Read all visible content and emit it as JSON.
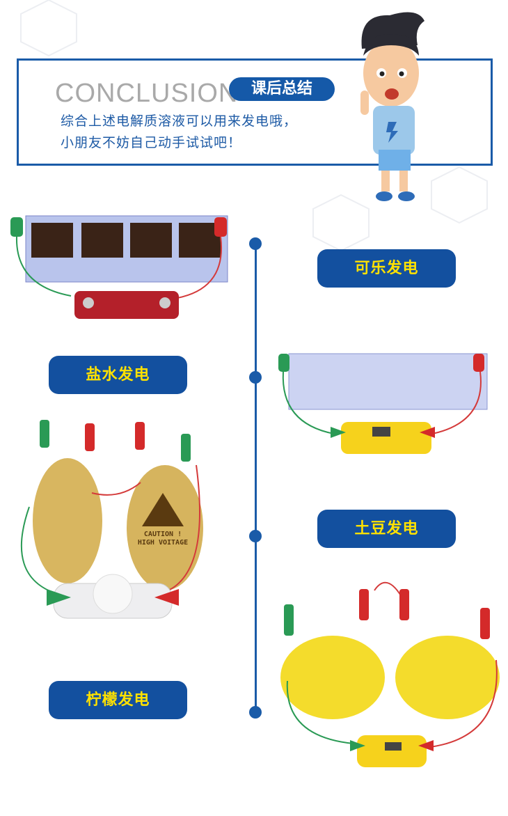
{
  "header": {
    "title_en": "CONCLUSION",
    "title_cn": "课后总结",
    "description_lines": [
      "综合上述电解质溶液可以用来发电哦，",
      "小朋友不妨自己动手试试吧！"
    ]
  },
  "experiments": [
    {
      "label": "可乐发电"
    },
    {
      "label": "盐水发电"
    },
    {
      "label": "土豆发电"
    },
    {
      "label": "柠檬发电"
    }
  ],
  "potato_warning": {
    "line1": "CAUTION !",
    "line2": "HIGH VOITAGE"
  },
  "colors": {
    "brand_blue": "#13509f",
    "label_text": "#ffe100",
    "title_gray": "#a9a9a9"
  }
}
